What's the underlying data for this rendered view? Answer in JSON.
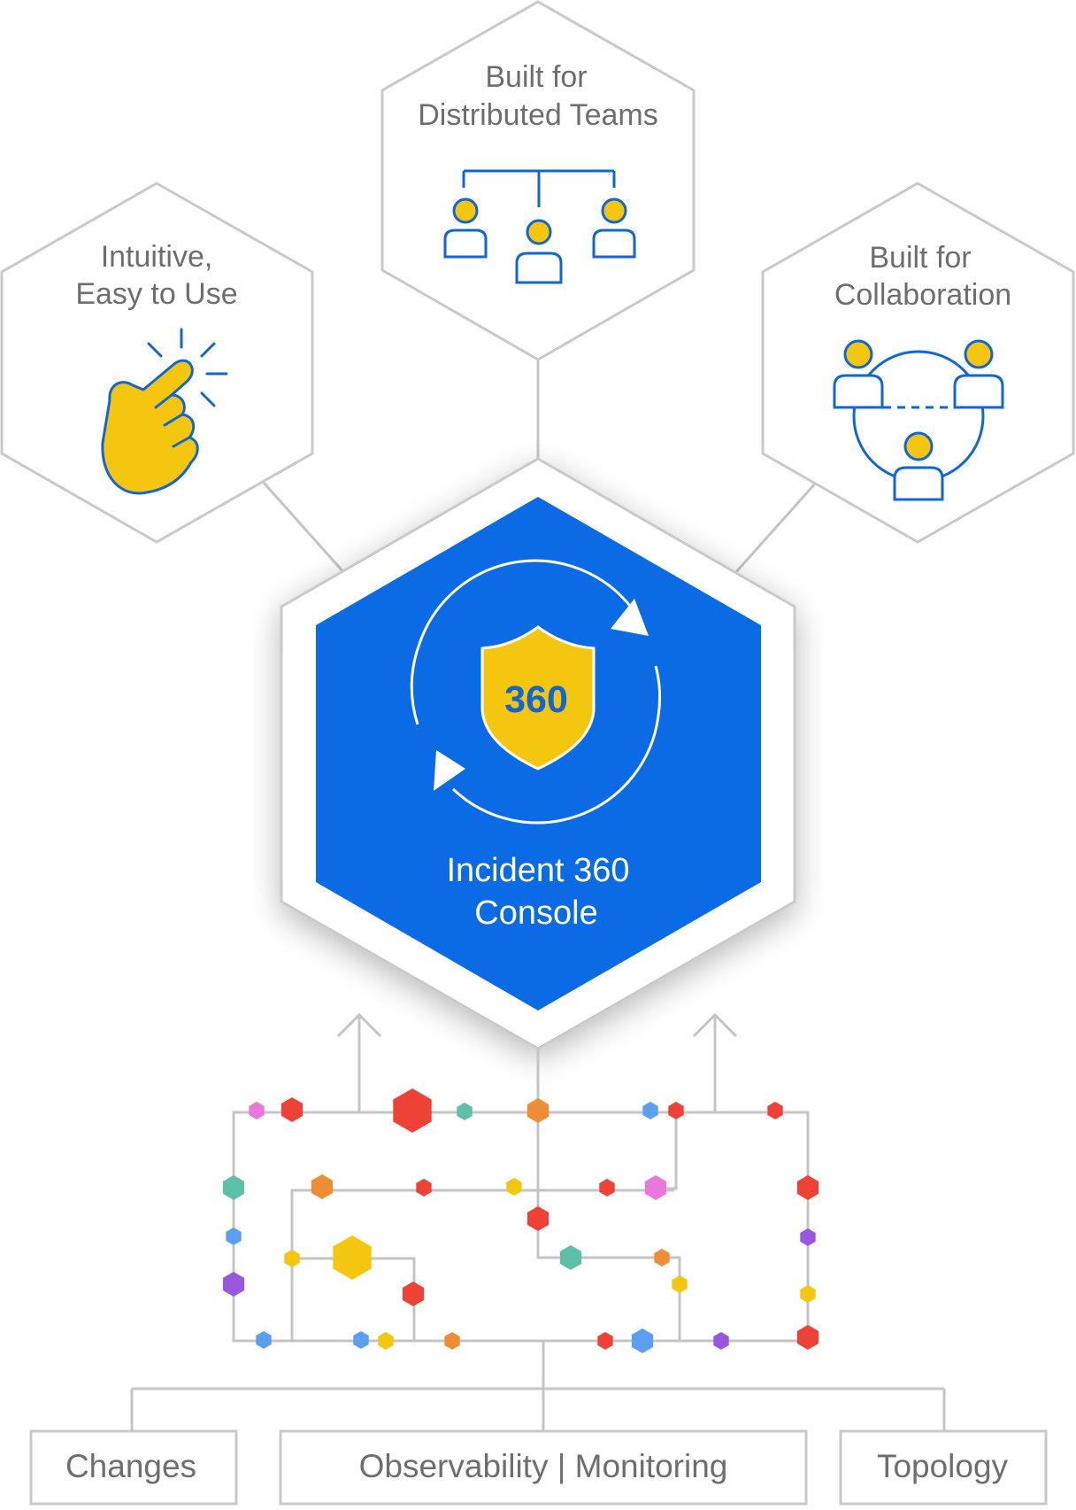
{
  "feature_hexes": [
    {
      "line1": "Intuitive,",
      "line2": "Easy to Use",
      "icon": "pointing-hand-icon"
    },
    {
      "line1": "Built for",
      "line2": "Distributed Teams",
      "icon": "team-hierarchy-icon"
    },
    {
      "line1": "Built for",
      "line2": "Collaboration",
      "icon": "collaboration-circle-icon"
    }
  ],
  "center": {
    "badge": "360",
    "title_line1": "Incident 360",
    "title_line2": "Console",
    "icon": "shield-refresh-icon"
  },
  "sources": [
    {
      "label": "Changes"
    },
    {
      "label": "Observability | Monitoring"
    },
    {
      "label": "Topology"
    }
  ],
  "colors": {
    "hex_border": "#c9c9c9",
    "connector": "#c4c4c4",
    "center_fill": "#0a6be4",
    "accent_yellow": "#f5c60f",
    "icon_blue": "#1166d6",
    "label_text": "#6e6e6e",
    "node_palette": [
      "#ef4237",
      "#f5c60f",
      "#5a9ff1",
      "#5dbfa8",
      "#ee8d33",
      "#9b56e0",
      "#ea77dc"
    ]
  }
}
